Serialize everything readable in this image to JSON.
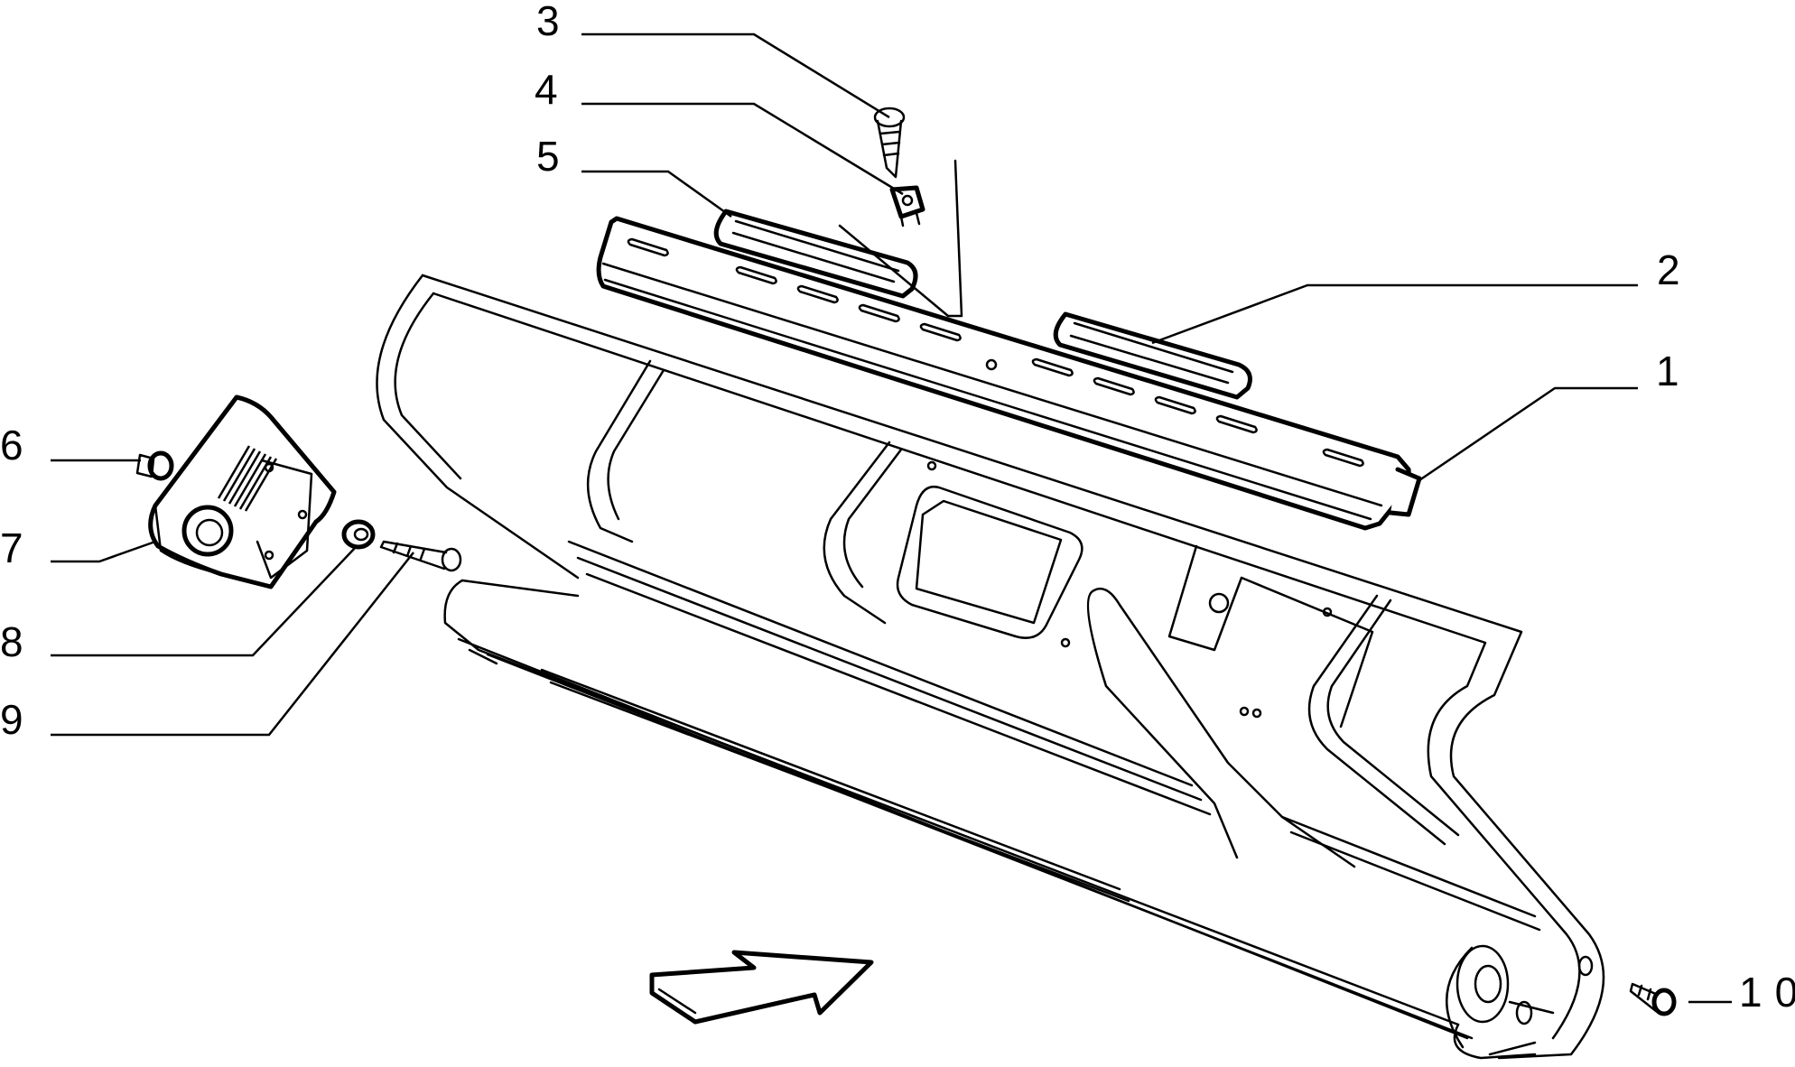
{
  "diagram": {
    "callouts": [
      {
        "id": "1",
        "text": "1"
      },
      {
        "id": "2",
        "text": "2"
      },
      {
        "id": "3",
        "text": "3"
      },
      {
        "id": "4",
        "text": "4"
      },
      {
        "id": "5",
        "text": "5"
      },
      {
        "id": "6",
        "text": "6"
      },
      {
        "id": "7",
        "text": "7"
      },
      {
        "id": "8",
        "text": "8"
      },
      {
        "id": "9",
        "text": "9"
      },
      {
        "id": "10",
        "text": "10"
      }
    ],
    "colors": {
      "line": "#000000",
      "background": "#ffffff"
    }
  }
}
